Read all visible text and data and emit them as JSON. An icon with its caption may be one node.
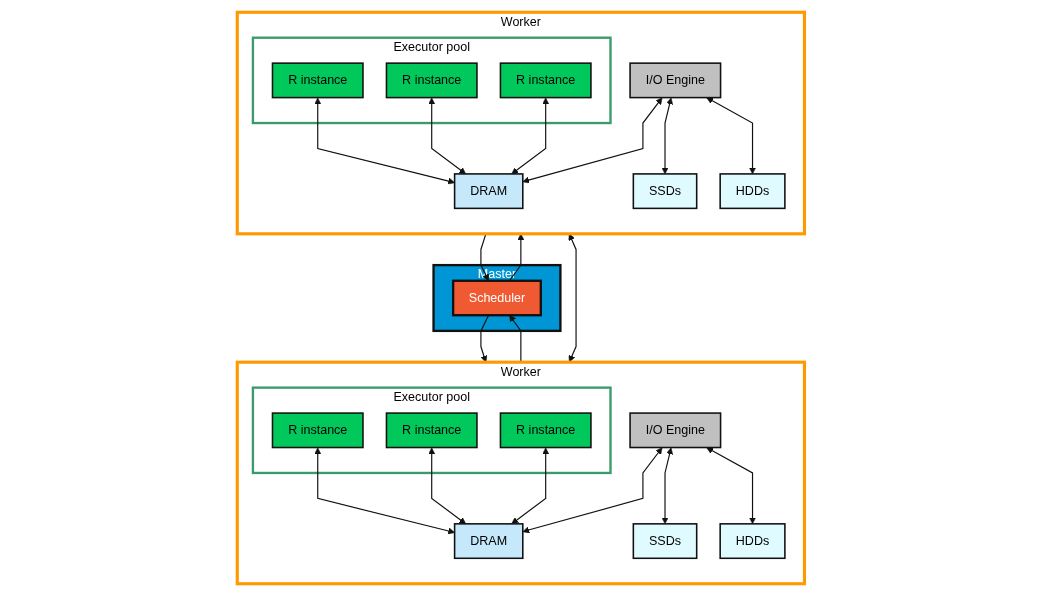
{
  "diagram": {
    "nodes": [
      {
        "text": [
          "Master"
        ]
      },
      {
        "text": [
          "Scheduler"
        ],
        "in": 0
      },
      {
        "text": [
          "Worker"
        ]
      },
      {
        "text": [
          "Executor pool"
        ],
        "in": 2
      },
      {
        "text": [
          "R instance"
        ],
        "in": 3
      },
      {
        "text": [
          "R instance"
        ],
        "in": 3
      },
      {
        "text": [
          "R instance"
        ],
        "in": 3
      },
      {
        "text": [
          "I/O Engine"
        ],
        "in": 2
      },
      {
        "text": [
          "DRAM"
        ],
        "in": 2
      },
      {
        "text": [
          "SSDs"
        ],
        "in": 2
      },
      {
        "text": [
          "HDDs"
        ],
        "in": 2
      },
      {
        "text": [
          "Worker"
        ]
      },
      {
        "text": [
          "Executor pool"
        ],
        "in": 11
      },
      {
        "text": [
          "R instance"
        ],
        "in": 12
      },
      {
        "text": [
          "R instance"
        ],
        "in": 12
      },
      {
        "text": [
          "R instance"
        ],
        "in": 12
      },
      {
        "text": [
          "I/O Engine"
        ],
        "in": 11
      },
      {
        "text": [
          "DRAM"
        ],
        "in": 11
      },
      {
        "text": [
          "SSDs"
        ],
        "in": 11
      },
      {
        "text": [
          "HDDs"
        ],
        "in": 11
      }
    ],
    "edges": [
      {
        "from": 1,
        "to": 2,
        "arrow": "to"
      },
      {
        "from": 2,
        "to": 1,
        "arrow": "to"
      },
      {
        "from": 1,
        "to": 11,
        "arrow": "to"
      },
      {
        "from": 11,
        "to": 1,
        "arrow": "to"
      },
      {
        "from": 2,
        "to": 11,
        "arrow": "both"
      },
      {
        "from": 4,
        "to": 8,
        "arrow": "both"
      },
      {
        "from": 5,
        "to": 8,
        "arrow": "both"
      },
      {
        "from": 6,
        "to": 8,
        "arrow": "both"
      },
      {
        "from": 7,
        "to": 8,
        "arrow": "both"
      },
      {
        "from": 7,
        "to": 9,
        "arrow": "both"
      },
      {
        "from": 7,
        "to": 10,
        "arrow": "both"
      },
      {
        "from": 13,
        "to": 17,
        "arrow": "both"
      },
      {
        "from": 14,
        "to": 17,
        "arrow": "both"
      },
      {
        "from": 15,
        "to": 17,
        "arrow": "both"
      },
      {
        "from": 16,
        "to": 17,
        "arrow": "both"
      },
      {
        "from": 16,
        "to": 18,
        "arrow": "both"
      },
      {
        "from": 16,
        "to": 19,
        "arrow": "both"
      }
    ]
  }
}
